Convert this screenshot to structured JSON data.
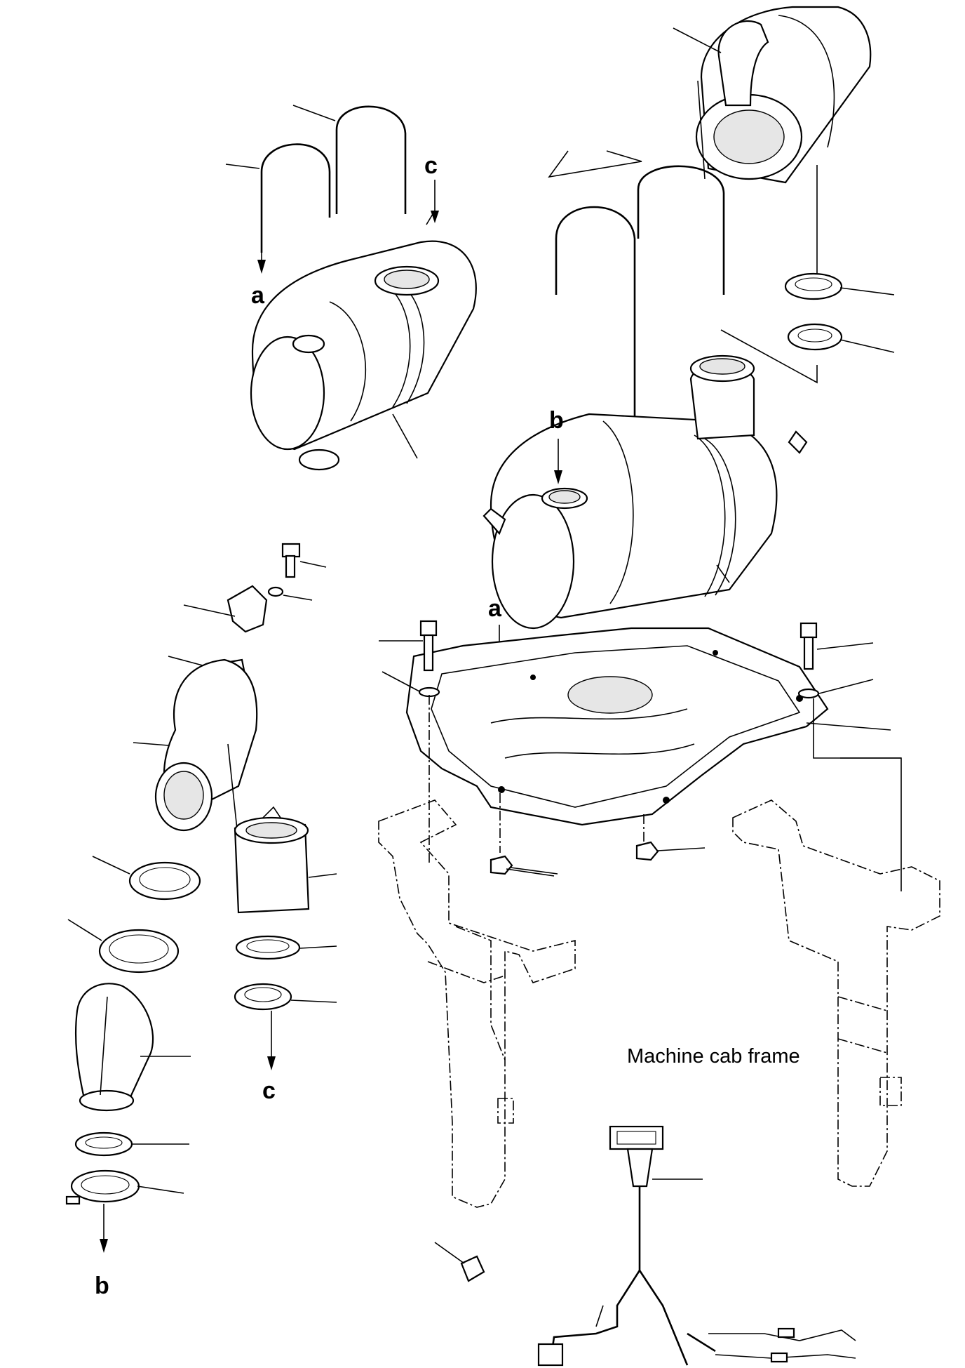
{
  "labels": {
    "a_top": "a",
    "a_mid": "a",
    "b_top": "b",
    "b_bottom": "b",
    "c_top": "c",
    "c_bottom": "c",
    "caption": "Machine cab frame"
  }
}
